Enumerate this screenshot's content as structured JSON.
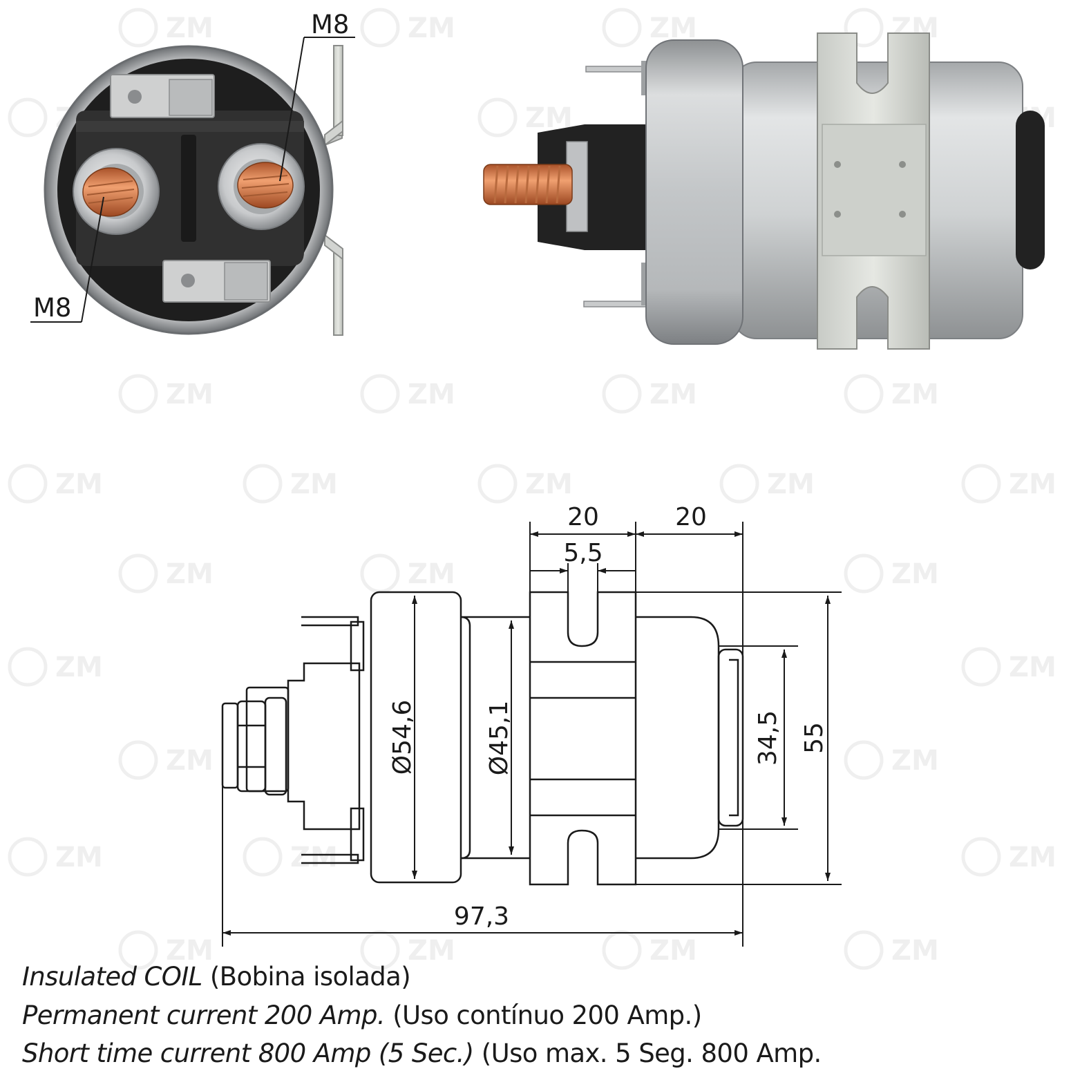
{
  "watermark": {
    "text": "ZM",
    "logo": "zm-logo-icon"
  },
  "photo_end_view": {
    "callouts": [
      {
        "label": "M8"
      },
      {
        "label": "M8"
      }
    ]
  },
  "photo_side_view": {},
  "drawing": {
    "dimensions": {
      "top_left_width": "20",
      "top_right_width": "20",
      "slot_width": "5,5",
      "flange_diameter": "Ø54,6",
      "body_diameter": "Ø45,1",
      "cap_height": "34,5",
      "bracket_height": "55",
      "overall_length": "97,3"
    }
  },
  "specs": [
    {
      "en": "Insulated COIL",
      "pt": "(Bobina isolada)"
    },
    {
      "en": "Permanent current 200 Amp.",
      "pt": "(Uso contínuo 200 Amp.)"
    },
    {
      "en": "Short time current 800 Amp (5 Sec.)",
      "pt": "(Uso max. 5 Seg. 800 Amp."
    }
  ],
  "colors": {
    "line": "#1a1a1a",
    "housing": "#c9cbcd",
    "insulator": "#2a2a2a",
    "copper": "#d77a45",
    "bracket": "#d6d8d4",
    "watermark": "#efefef"
  }
}
